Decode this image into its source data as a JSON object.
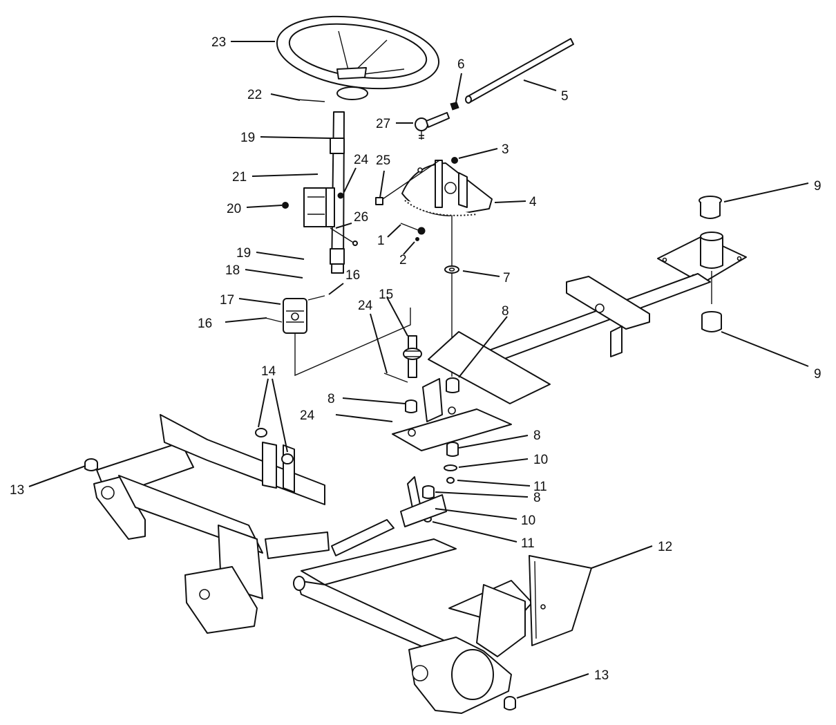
{
  "callouts": [
    {
      "id": "c-23-top",
      "number": "23"
    },
    {
      "id": "c-22",
      "number": "22"
    },
    {
      "id": "c-6",
      "number": "6"
    },
    {
      "id": "c-5",
      "number": "5"
    },
    {
      "id": "c-27",
      "number": "27"
    },
    {
      "id": "c-19-upper",
      "number": "19"
    },
    {
      "id": "c-3",
      "number": "3"
    },
    {
      "id": "c-24-column",
      "number": "24"
    },
    {
      "id": "c-25",
      "number": "25"
    },
    {
      "id": "c-21",
      "number": "21"
    },
    {
      "id": "c-4",
      "number": "4"
    },
    {
      "id": "c-9-top",
      "number": "9"
    },
    {
      "id": "c-20",
      "number": "20"
    },
    {
      "id": "c-26",
      "number": "26"
    },
    {
      "id": "c-1",
      "number": "1"
    },
    {
      "id": "c-2",
      "number": "2"
    },
    {
      "id": "c-19-lower",
      "number": "19"
    },
    {
      "id": "c-18",
      "number": "18"
    },
    {
      "id": "c-7",
      "number": "7"
    },
    {
      "id": "c-16-upper",
      "number": "16"
    },
    {
      "id": "c-17",
      "number": "17"
    },
    {
      "id": "c-15",
      "number": "15"
    },
    {
      "id": "c-24-pinion",
      "number": "24"
    },
    {
      "id": "c-8-upper",
      "number": "8"
    },
    {
      "id": "c-16-lower",
      "number": "16"
    },
    {
      "id": "c-9-bottom",
      "number": "9"
    },
    {
      "id": "c-14",
      "number": "14"
    },
    {
      "id": "c-8-left",
      "number": "8"
    },
    {
      "id": "c-24-frame",
      "number": "24"
    },
    {
      "id": "c-8-right",
      "number": "8"
    },
    {
      "id": "c-10-upper",
      "number": "10"
    },
    {
      "id": "c-13-left",
      "number": "13"
    },
    {
      "id": "c-11-upper",
      "number": "11"
    },
    {
      "id": "c-8-lower",
      "number": "8"
    },
    {
      "id": "c-10-lower",
      "number": "10"
    },
    {
      "id": "c-11-lower",
      "number": "11"
    },
    {
      "id": "c-12",
      "number": "12"
    },
    {
      "id": "c-13-right",
      "number": "13"
    }
  ]
}
